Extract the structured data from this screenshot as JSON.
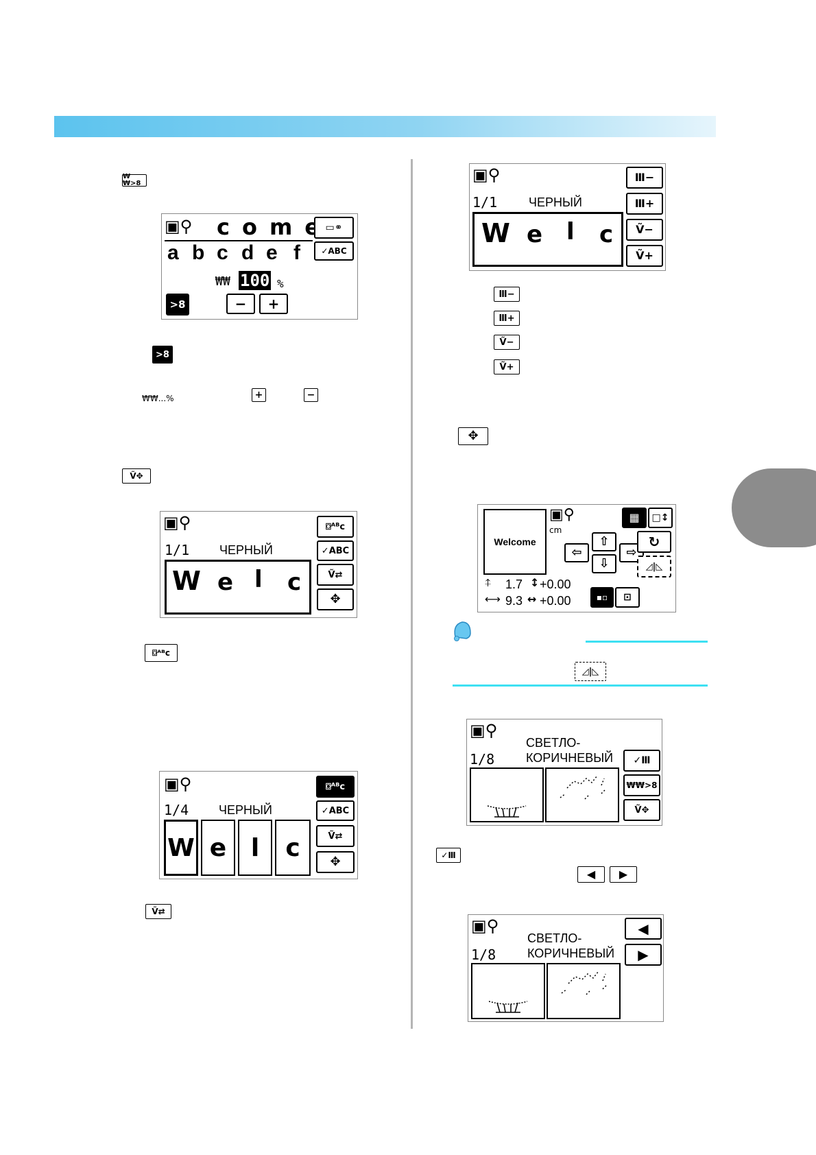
{
  "inline_icons": {
    "stitch_cut": "₩₩>8",
    "cut_inverse": ">8",
    "percent_indicator": "₩₩...%",
    "plus": "+",
    "minus": "−",
    "needle_move": "Ṽ✥",
    "letter_group": "⌼ᴬᴮᴄ",
    "needle_swap": "Ṽ⇄",
    "spool_minus": "Ⅲ−",
    "spool_plus": "Ⅲ+",
    "needle_minus": "Ṽ−",
    "needle_plus": "Ṽ+",
    "move_cross": "✥",
    "mirror": "◿|◺",
    "check_spool": "✓Ⅲ",
    "arrow_left": "◀",
    "arrow_right": "▶"
  },
  "screen1": {
    "top_word": "come",
    "letters": [
      "a",
      "b",
      "c",
      "d",
      "e",
      "f"
    ],
    "density_prefix": "₩₩",
    "density_value": "100",
    "density_unit": "%",
    "minus": "−",
    "plus": "+",
    "cut": ">8",
    "check_abc": "✓ABC"
  },
  "screen2": {
    "counter": "1/1",
    "color": "ЧЕРНЫЙ",
    "letters": [
      "W",
      "e",
      "l",
      "c"
    ],
    "btn_group": "⌼ᴬᴮᴄ",
    "btn_check": "✓ABC",
    "btn_swap": "Ṽ⇄",
    "btn_move": "✥"
  },
  "screen3": {
    "counter": "1/4",
    "color": "ЧЕРНЫЙ",
    "letters": [
      "W",
      "e",
      "l",
      "c"
    ],
    "btn_group": "⌼ᴬᴮᴄ",
    "btn_check": "✓ABC",
    "btn_swap": "Ṽ⇄",
    "btn_move": "✥"
  },
  "screen4": {
    "counter": "1/1",
    "color": "ЧЕРНЫЙ",
    "letters": [
      "W",
      "e",
      "l",
      "c"
    ],
    "btn1": "Ⅲ−",
    "btn2": "Ⅲ+",
    "btn3": "Ṽ−",
    "btn4": "Ṽ+"
  },
  "screen5": {
    "preview_text": "Welcome",
    "unit": "cm",
    "height_value": "1.7",
    "height_offset": "+0.00",
    "width_value": "9.3",
    "width_offset": "+0.00",
    "rotate": "↻",
    "mirror": "◿|◺"
  },
  "screen6": {
    "counter": "1/8",
    "color_line1": "СВЕТЛО-",
    "color_line2": "КОРИЧНЕВЫЙ",
    "btn1": "✓Ⅲ",
    "btn2": "₩₩>8",
    "btn3": "Ṽ✥"
  },
  "screen7": {
    "counter": "1/8",
    "color_line1": "СВЕТЛО-",
    "color_line2": "КОРИЧНЕВЫЙ",
    "prev": "◀",
    "next": "▶"
  },
  "colors": {
    "banner_start": "#5cc3ee",
    "banner_end": "#e6f5fc",
    "note_line": "#3ee0f2",
    "side_tab": "#8c8c8c"
  }
}
